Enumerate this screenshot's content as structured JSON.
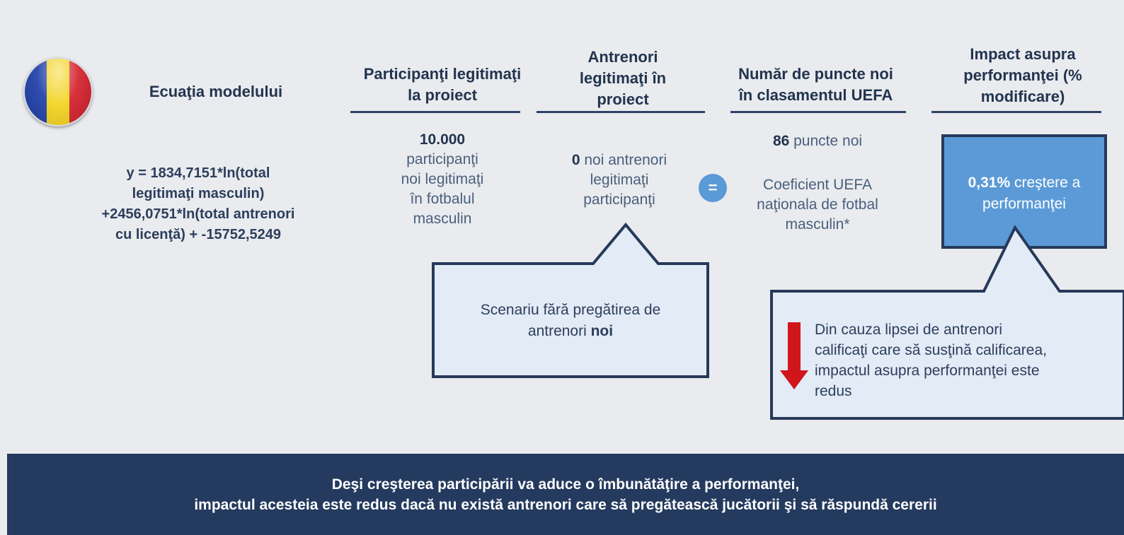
{
  "flag": {
    "colors": [
      "#1e3fa8",
      "#f3d21d",
      "#d4202b"
    ],
    "icon": "romania-flag-icon"
  },
  "model": {
    "title": "Ecuaţia modelului",
    "equation_lines": [
      "y = 1834,7151*ln(total",
      "legitimaţi masculin)",
      "+2456,0751*ln(total antrenori",
      "cu licenţă) + -15752,5249"
    ]
  },
  "columns": {
    "participants": {
      "header_lines": [
        "Participanţi legitimaţi",
        "la proiect"
      ],
      "value": "10.000",
      "text_lines": [
        "participanţi",
        "noi legitimaţi",
        "în fotbalul",
        "masculin"
      ]
    },
    "coaches": {
      "header_lines": [
        "Antrenori",
        "legitimaţi în",
        "proiect"
      ],
      "value": "0",
      "value_suffix": " noi antrenori",
      "text_lines": [
        "legitimaţi",
        "participanţi"
      ]
    },
    "equals": "=",
    "points": {
      "header_lines": [
        "Număr de puncte noi",
        "în clasamentul UEFA"
      ],
      "value": "86",
      "value_suffix": " puncte noi",
      "text_lines": [
        "Coeficient UEFA",
        "naţionala de fotbal",
        "masculin*"
      ]
    },
    "impact": {
      "header_lines": [
        "Impact asupra",
        "performanţei (%",
        "modificare)"
      ],
      "value": "0,31%",
      "value_suffix": " creştere a",
      "text_lines": [
        "performanţei"
      ]
    }
  },
  "callouts": {
    "scenario": {
      "line1": "Scenariu fără pregătirea de",
      "line2_prefix": "antrenori ",
      "line2_bold": "noi"
    },
    "reason": {
      "icon": "down-arrow-icon",
      "lines": [
        "Din cauza lipsei de antrenori",
        "calificaţi care să susţină calificarea,",
        "impactul asupra performanţei este",
        "redus"
      ]
    }
  },
  "colors": {
    "navy": "#243a5e",
    "accent_blue": "#5b9ad6",
    "arrow_red": "#d0151b",
    "callout_bg": "#e3ebf6"
  },
  "banner": {
    "line1": "Deşi creşterea participării va aduce o îmbunătăţire a performanţei,",
    "line2": "impactul acesteia este redus dacă nu există antrenori care să pregătească jucătorii şi să răspundă cererii"
  }
}
